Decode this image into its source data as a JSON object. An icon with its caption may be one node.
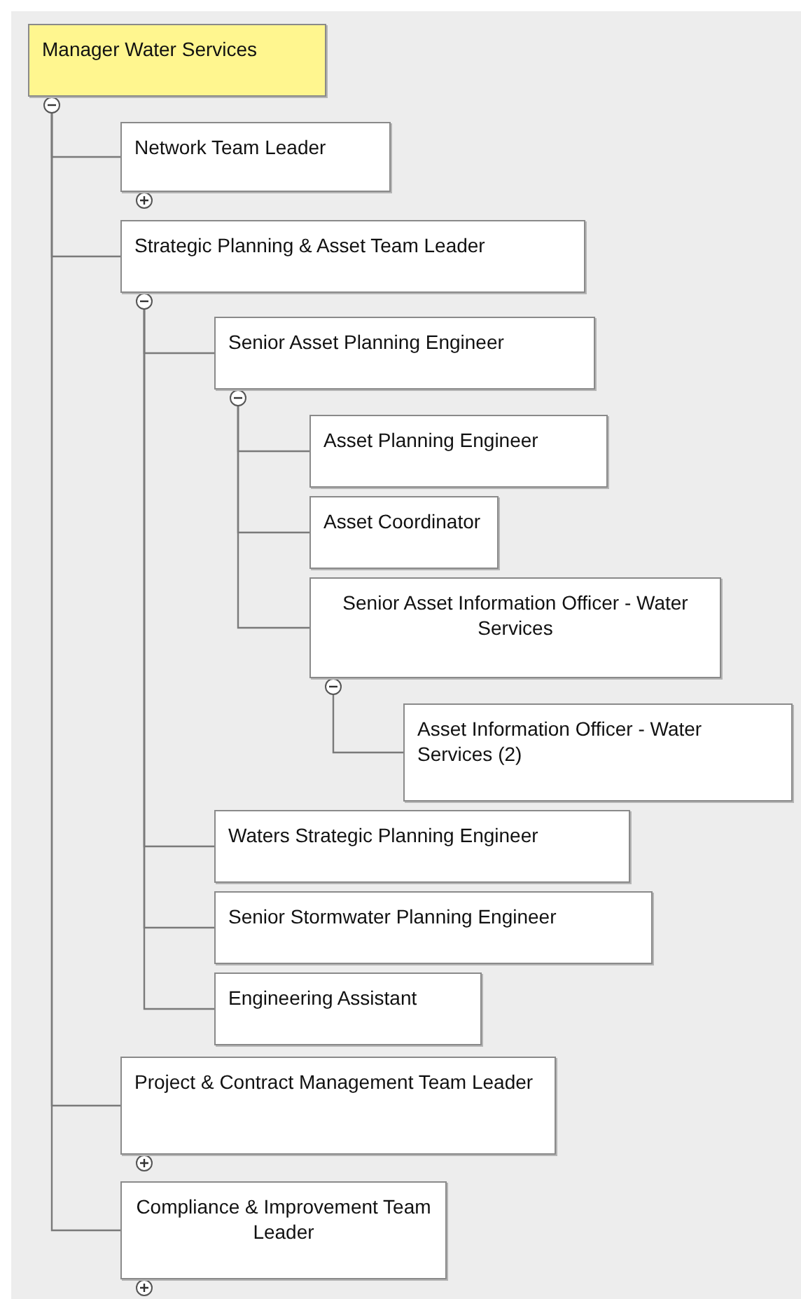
{
  "diagram": {
    "nodes": [
      {
        "text": [
          "Manager Water Services"
        ]
      },
      {
        "text": [
          "Network Team Leader"
        ]
      },
      {
        "text": [
          "Strategic Planning & Asset Team Leader"
        ]
      },
      {
        "text": [
          "Senior Asset Planning Engineer"
        ]
      },
      {
        "text": [
          "Asset Planning Engineer"
        ]
      },
      {
        "text": [
          "Asset Coordinator"
        ]
      },
      {
        "text": [
          "Senior Asset Information Officer - Water Services"
        ]
      },
      {
        "text": [
          "Asset Information Officer - Water Services (2)"
        ]
      },
      {
        "text": [
          "Waters Strategic Planning Engineer"
        ]
      },
      {
        "text": [
          "Senior Stormwater Planning Engineer"
        ]
      },
      {
        "text": [
          "Engineering Assistant"
        ]
      },
      {
        "text": [
          "Project & Contract Management Team Leader"
        ]
      },
      {
        "text": [
          "Compliance & Improvement Team Leader"
        ]
      }
    ],
    "edges": [
      {
        "from": 0,
        "to": 1,
        "arrow": "none"
      },
      {
        "from": 0,
        "to": 2,
        "arrow": "none"
      },
      {
        "from": 2,
        "to": 3,
        "arrow": "none"
      },
      {
        "from": 3,
        "to": 4,
        "arrow": "none"
      },
      {
        "from": 3,
        "to": 5,
        "arrow": "none"
      },
      {
        "from": 3,
        "to": 6,
        "arrow": "none"
      },
      {
        "from": 6,
        "to": 7,
        "arrow": "none"
      },
      {
        "from": 2,
        "to": 8,
        "arrow": "none"
      },
      {
        "from": 2,
        "to": 9,
        "arrow": "none"
      },
      {
        "from": 2,
        "to": 10,
        "arrow": "none"
      },
      {
        "from": 0,
        "to": 11,
        "arrow": "none"
      },
      {
        "from": 0,
        "to": 12,
        "arrow": "none"
      }
    ]
  }
}
